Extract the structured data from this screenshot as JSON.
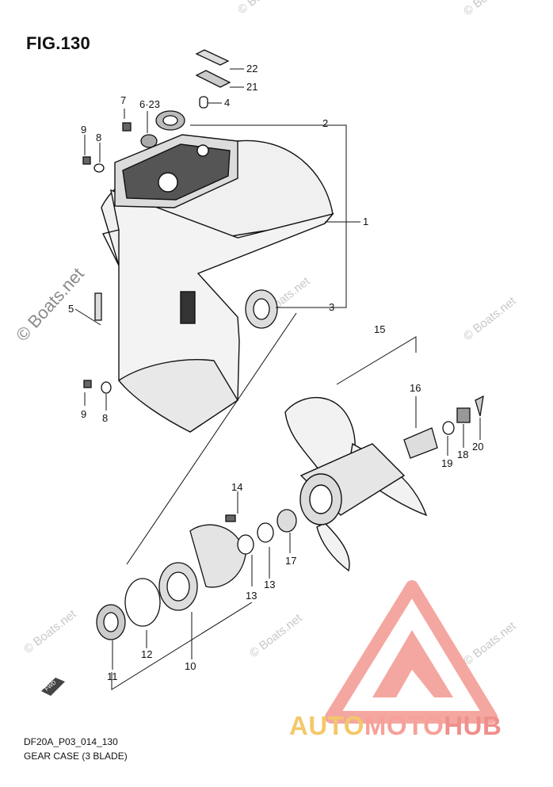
{
  "figure": {
    "title": "FIG.130"
  },
  "footer": {
    "code": "DF20A_P03_014_130",
    "description": "GEAR CASE (3 BLADE)"
  },
  "brand": {
    "part1": "AUTO",
    "part2": "MOTO",
    "part3": "HUB",
    "color_primary": "#f4a7a0",
    "color_secondary": "#f3c86a"
  },
  "watermark": {
    "text": "© Boats.net"
  },
  "fwd_label": "FWD",
  "callouts": {
    "c1": "1",
    "c2": "2",
    "c3": "3",
    "c4": "4",
    "c5": "5",
    "c6_23": "6·23",
    "c7": "7",
    "c8a": "8",
    "c8b": "8",
    "c9a": "9",
    "c9b": "9",
    "c10": "10",
    "c11": "11",
    "c12": "12",
    "c13a": "13",
    "c13b": "13",
    "c14": "14",
    "c15": "15",
    "c16": "16",
    "c17": "17",
    "c18": "18",
    "c19": "19",
    "c20": "20",
    "c21": "21",
    "c22": "22"
  }
}
